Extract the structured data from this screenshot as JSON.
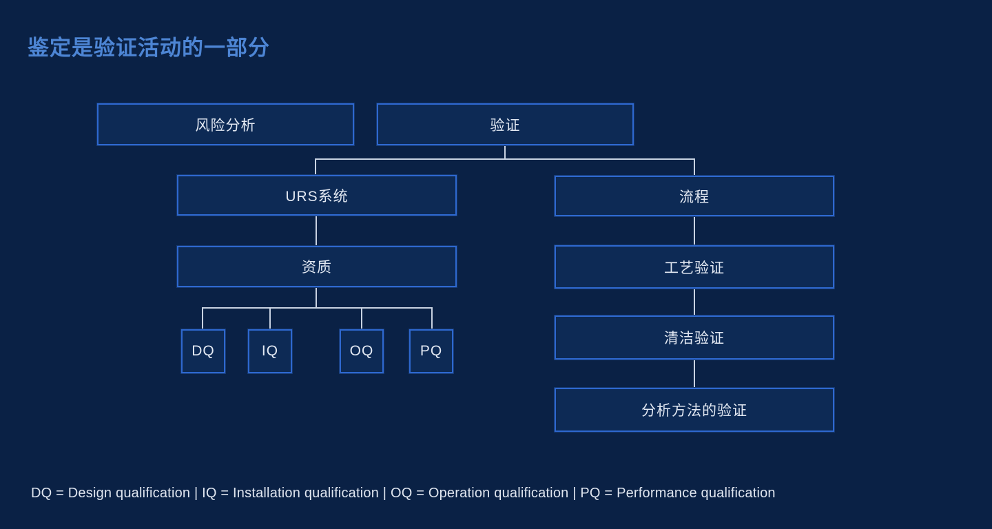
{
  "page": {
    "title": "鉴定是验证活动的一部分"
  },
  "diagram": {
    "nodes": {
      "risk_analysis": {
        "label": "风险分析"
      },
      "validation": {
        "label": "验证"
      },
      "urs_system": {
        "label": "URS系统"
      },
      "process": {
        "label": "流程"
      },
      "qualification": {
        "label": "资质"
      },
      "dq": {
        "label": "DQ"
      },
      "iq": {
        "label": "IQ"
      },
      "oq": {
        "label": "OQ"
      },
      "pq": {
        "label": "PQ"
      },
      "process_validation": {
        "label": "工艺验证"
      },
      "cleaning_validation": {
        "label": "清洁验证"
      },
      "analytical_method_validation": {
        "label": "分析方法的验证"
      }
    },
    "colors": {
      "background": "#0a2145",
      "box_fill": "#0d2a55",
      "box_border": "#2e68cf",
      "connector": "#c9d3e2",
      "title_text": "#4d85d4",
      "node_text": "#e2e8f2"
    }
  },
  "footnote": {
    "text": "DQ = Design qualification | IQ = Installation qualification | OQ = Operation qualification | PQ = Performance qualification"
  }
}
